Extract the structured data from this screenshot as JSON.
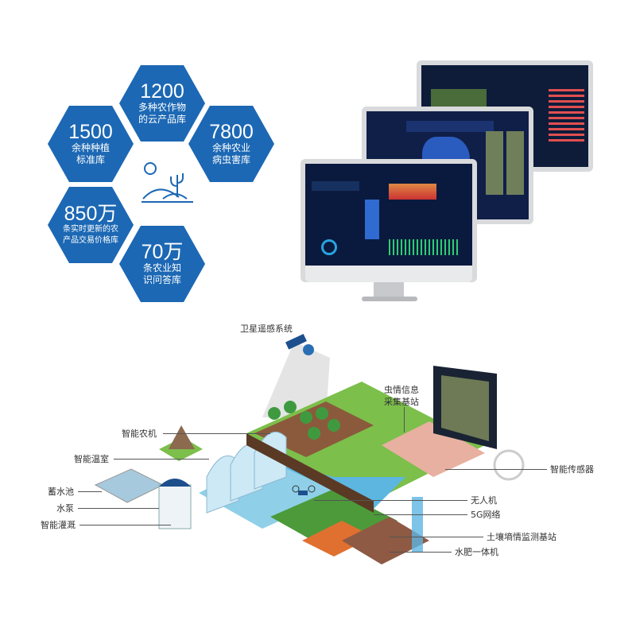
{
  "hexagons": [
    {
      "number": "1200",
      "line1": "多种农作物",
      "line2": "的云产品库"
    },
    {
      "number": "1500",
      "line1": "余种种植",
      "line2": "标准库"
    },
    {
      "number": "7800",
      "line1": "余种农业",
      "line2": "病虫害库"
    },
    {
      "number": "850万",
      "line1": "条实时更新的农",
      "line2": "产品交易价格库"
    },
    {
      "number": "70万",
      "line1": "条农业知",
      "line2": "识问答库"
    }
  ],
  "accent": "#1c68b4",
  "diagram": {
    "labels": {
      "satellite": "卫星遥感系统",
      "machinery": "智能农机",
      "greenhouse": "智能温室",
      "reservoir": "蓄水池",
      "pump": "水泵",
      "irrigation": "智能灌溉",
      "pest_station_1": "虫情信息",
      "pest_station_2": "采集基站",
      "sensor": "智能传感器",
      "drone": "无人机",
      "network": "5G网络",
      "soil_station": "土壤墒情监测基站",
      "fertigation": "水肥一体机"
    }
  }
}
